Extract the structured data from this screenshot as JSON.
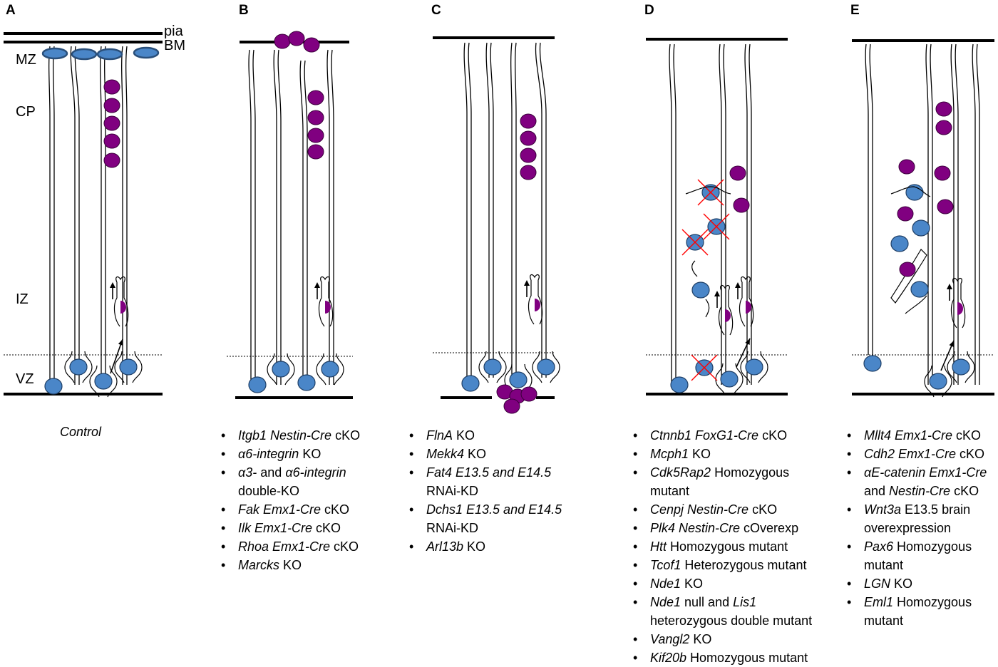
{
  "panels": [
    {
      "letter": "A"
    },
    {
      "letter": "B"
    },
    {
      "letter": "C"
    },
    {
      "letter": "D"
    },
    {
      "letter": "E"
    }
  ],
  "zones": {
    "pia": "pia",
    "bm": "BM",
    "mz": "MZ",
    "cp": "CP",
    "iz": "IZ",
    "vz": "VZ"
  },
  "control_caption": "Control",
  "colors": {
    "neuron": "#800080",
    "progenitor": "#4a86c8",
    "cajal": "#4a86c8",
    "cross": "#ff0000",
    "line": "#000000"
  },
  "captions": {
    "B": [
      [
        {
          "t": "Itgb1 Nestin-Cre",
          "i": true
        },
        {
          "t": " cKO",
          "i": false
        }
      ],
      [
        {
          "t": "α6-integrin",
          "i": true
        },
        {
          "t": " KO",
          "i": false
        }
      ],
      [
        {
          "t": "α3-",
          "i": true
        },
        {
          "t": " and ",
          "i": false
        },
        {
          "t": "α6-integrin",
          "i": true
        }
      ],
      [
        {
          "t": "double-KO",
          "i": false,
          "cont": true
        }
      ],
      [
        {
          "t": "Fak Emx1-Cre",
          "i": true
        },
        {
          "t": " cKO",
          "i": false
        }
      ],
      [
        {
          "t": "Ilk Emx1-Cre",
          "i": true
        },
        {
          "t": " cKO",
          "i": false
        }
      ],
      [
        {
          "t": "Rhoa Emx1-Cre",
          "i": true
        },
        {
          "t": " cKO",
          "i": false
        }
      ],
      [
        {
          "t": "Marcks",
          "i": true
        },
        {
          "t": " KO",
          "i": false
        }
      ]
    ],
    "C": [
      [
        {
          "t": "FlnA",
          "i": true
        },
        {
          "t": " KO",
          "i": false
        }
      ],
      [
        {
          "t": "Mekk4",
          "i": true
        },
        {
          "t": " KO",
          "i": false
        }
      ],
      [
        {
          "t": "Fat4 E13.5 and E14.5",
          "i": true
        }
      ],
      [
        {
          "t": "RNAi-KD",
          "i": false,
          "cont": true
        }
      ],
      [
        {
          "t": "Dchs1 E13.5 and E14.5",
          "i": true
        }
      ],
      [
        {
          "t": "RNAi-KD",
          "i": false,
          "cont": true
        }
      ],
      [
        {
          "t": "Arl13b",
          "i": true
        },
        {
          "t": " KO",
          "i": false
        }
      ]
    ],
    "D": [
      [
        {
          "t": "Ctnnb1 FoxG1-Cre",
          "i": true
        },
        {
          "t": " cKO",
          "i": false
        }
      ],
      [
        {
          "t": "Mcph1",
          "i": true
        },
        {
          "t": " KO",
          "i": false
        }
      ],
      [
        {
          "t": "Cdk5Rap2",
          "i": true
        },
        {
          "t": " Homozygous",
          "i": false
        }
      ],
      [
        {
          "t": "mutant",
          "i": false,
          "cont": true
        }
      ],
      [
        {
          "t": "Cenpj Nestin-Cre",
          "i": true
        },
        {
          "t": " cKO",
          "i": false
        }
      ],
      [
        {
          "t": "Plk4 Nestin-Cre",
          "i": true
        },
        {
          "t": " cOverexp",
          "i": false
        }
      ],
      [
        {
          "t": "Htt",
          "i": true
        },
        {
          "t": " Homozygous mutant",
          "i": false
        }
      ],
      [
        {
          "t": "Tcof1",
          "i": true
        },
        {
          "t": " Heterozygous mutant",
          "i": false
        }
      ],
      [
        {
          "t": "Nde1",
          "i": true
        },
        {
          "t": " KO",
          "i": false
        }
      ],
      [
        {
          "t": "Nde1",
          "i": true
        },
        {
          "t": " null and ",
          "i": false
        },
        {
          "t": "Lis1",
          "i": true
        }
      ],
      [
        {
          "t": "heterozygous double mutant",
          "i": false,
          "cont": true
        }
      ],
      [
        {
          "t": "Vangl2",
          "i": true
        },
        {
          "t": " KO",
          "i": false
        }
      ],
      [
        {
          "t": "Kif20b",
          "i": true
        },
        {
          "t": " Homozygous mutant",
          "i": false
        }
      ]
    ],
    "E": [
      [
        {
          "t": "Mllt4 Emx1-Cre",
          "i": true
        },
        {
          "t": " cKO",
          "i": false
        }
      ],
      [
        {
          "t": "Cdh2 Emx1-Cre",
          "i": true
        },
        {
          "t": " cKO",
          "i": false
        }
      ],
      [
        {
          "t": "αE-catenin Emx1-Cre",
          "i": true
        }
      ],
      [
        {
          "t": "and ",
          "i": false,
          "cont": true
        },
        {
          "t": "Nestin-Cre",
          "i": true
        },
        {
          "t": " cKO",
          "i": false
        }
      ],
      [
        {
          "t": "Wnt3a",
          "i": true
        },
        {
          "t": " E13.5 brain",
          "i": false
        }
      ],
      [
        {
          "t": "overexpression",
          "i": false,
          "cont": true
        }
      ],
      [
        {
          "t": "Pax6",
          "i": true
        },
        {
          "t": " Homozygous",
          "i": false
        }
      ],
      [
        {
          "t": "mutant",
          "i": false,
          "cont": true
        }
      ],
      [
        {
          "t": "LGN",
          "i": true
        },
        {
          "t": " KO",
          "i": false
        }
      ],
      [
        {
          "t": "Eml1",
          "i": true
        },
        {
          "t": " Homozygous",
          "i": false
        }
      ],
      [
        {
          "t": "mutant",
          "i": false,
          "cont": true
        }
      ]
    ]
  }
}
